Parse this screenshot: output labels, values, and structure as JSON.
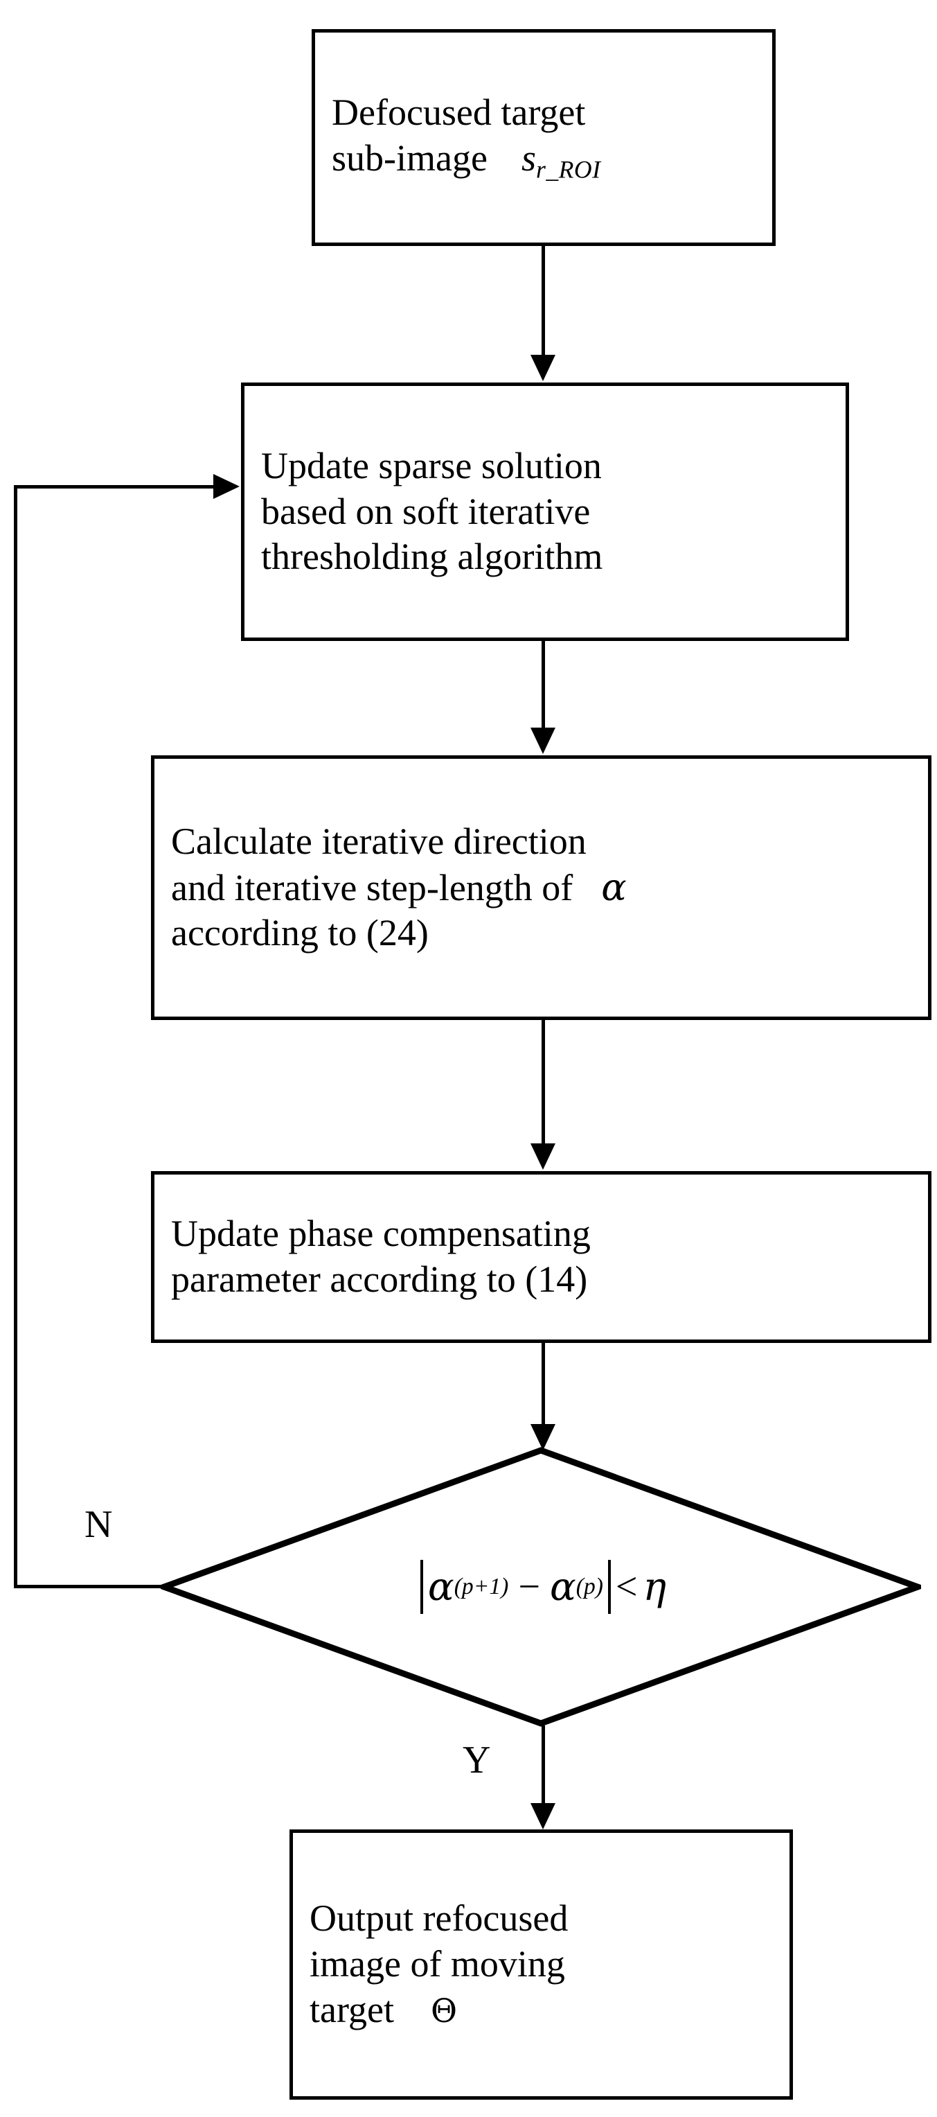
{
  "diagram": {
    "type": "flowchart",
    "title": "Iterative sparse refocusing algorithm flowchart",
    "stroke_color": "#000000",
    "background_color": "#ffffff",
    "nodes": [
      {
        "id": "start",
        "shape": "rectangle",
        "lines": [
          "Defocused target",
          "sub-image"
        ],
        "symbol_base": "s",
        "symbol_sub": "r_ROI"
      },
      {
        "id": "update-sparse",
        "shape": "rectangle",
        "lines": [
          "Update sparse solution",
          "based on soft iterative",
          "thresholding algorithm"
        ]
      },
      {
        "id": "calculate-direction",
        "shape": "rectangle",
        "lines": [
          "Calculate  iterative direction",
          "and iterative step-length of",
          "according to (24)"
        ],
        "inline_symbol": "α"
      },
      {
        "id": "update-phase",
        "shape": "rectangle",
        "lines": [
          "Update phase compensating",
          "parameter  according to (14)"
        ]
      },
      {
        "id": "decision",
        "shape": "diamond",
        "condition": {
          "abs_open": "|",
          "term1_base": "α",
          "term1_sup": "(p+1)",
          "operator": "−",
          "term2_base": "α",
          "term2_sup": "(p)",
          "abs_close": "|",
          "comparison": "<",
          "threshold": "η"
        },
        "plain_text": "|α^(p+1) − α^(p)| < η"
      },
      {
        "id": "output",
        "shape": "rectangle",
        "lines": [
          "Output refocused",
          "image of moving",
          "target"
        ],
        "symbol_base": "Θ"
      }
    ],
    "edges": [
      {
        "id": "e1",
        "from": "start",
        "to": "update-sparse",
        "label": ""
      },
      {
        "id": "e2",
        "from": "update-sparse",
        "to": "calculate-direction",
        "label": ""
      },
      {
        "id": "e3",
        "from": "calculate-direction",
        "to": "update-phase",
        "label": ""
      },
      {
        "id": "e4",
        "from": "update-phase",
        "to": "decision",
        "label": ""
      },
      {
        "id": "e5",
        "from": "decision",
        "to": "output",
        "label": "Y"
      },
      {
        "id": "e6",
        "from": "decision",
        "to": "update-sparse",
        "label": "N"
      }
    ],
    "branch_no_label": "N",
    "branch_yes_label": "Y"
  }
}
